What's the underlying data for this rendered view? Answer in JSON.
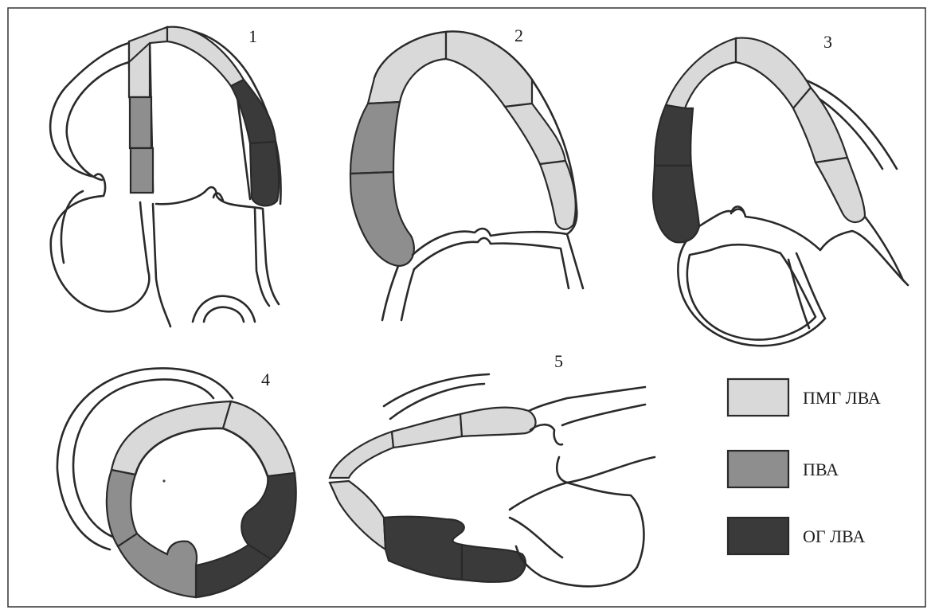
{
  "figure": {
    "panels": [
      {
        "label": "1"
      },
      {
        "label": "2"
      },
      {
        "label": "3"
      },
      {
        "label": "4"
      },
      {
        "label": "5"
      }
    ],
    "legend": [
      {
        "label": "ПМГ ЛВА",
        "color": "#d9d9d9"
      },
      {
        "label": "ПВА",
        "color": "#8e8e8e"
      },
      {
        "label": "ОГ ЛВА",
        "color": "#3a3a3a"
      }
    ],
    "colors": {
      "outline": "#2a2a2a",
      "wall": "#ffffff",
      "background": "#ffffff"
    }
  }
}
